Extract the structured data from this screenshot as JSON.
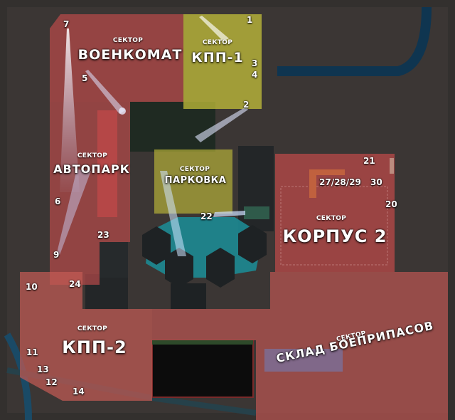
{
  "colors": {
    "ground": "#3a3533",
    "red_zone": "#b84a4a",
    "yellow_zone": "#c9c53a",
    "road": "#123a55",
    "water": "#1d8a92"
  },
  "sectors": {
    "voenkomat": {
      "caption": "СЕКТОР",
      "name": "ВОЕНКОМАТ"
    },
    "kpp1": {
      "caption": "СЕКТОР",
      "name": "КПП-1"
    },
    "avtopark": {
      "caption": "СЕКТОР",
      "name": "АВТОПАРК"
    },
    "parkovka": {
      "caption": "СЕКТОР",
      "name": "ПАРКОВКА"
    },
    "korpus2": {
      "caption": "СЕКТОР",
      "name": "КОРПУС 2"
    },
    "kpp2": {
      "caption": "СЕКТОР",
      "name": "КПП-2"
    },
    "sklad": {
      "caption": "СЕКТОР",
      "name": "СКЛАД БОЕПРИПАСОВ"
    }
  },
  "markers": {
    "m1": "1",
    "m2": "2",
    "m3": "3",
    "m4": "4",
    "m5": "5",
    "m6": "6",
    "m7": "7",
    "m9": "9",
    "m10": "10",
    "m11": "11",
    "m12": "12",
    "m13": "13",
    "m14": "14",
    "m20": "20",
    "m21": "21",
    "m22": "22",
    "m23": "23",
    "m24": "24",
    "m27": "27/28/29",
    "m30": "30"
  }
}
